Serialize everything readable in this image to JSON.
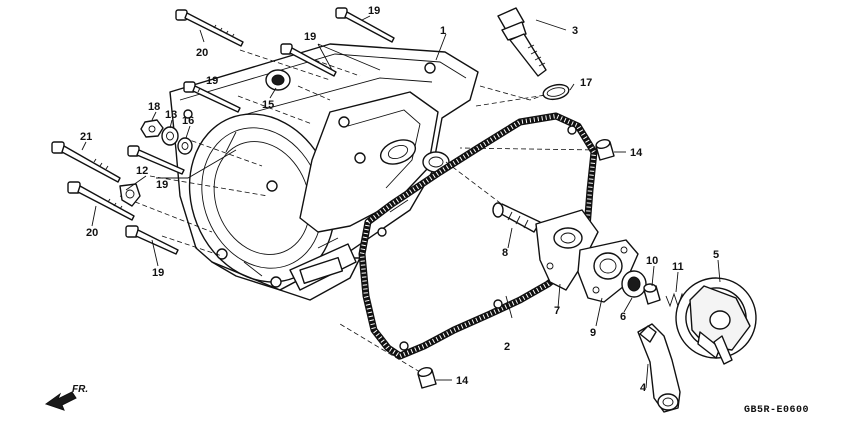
{
  "diagram": {
    "reference_code": "GB5R-E0600",
    "direction_label": "FR.",
    "callouts": {
      "c1": "1",
      "c2": "2",
      "c3": "3",
      "c4": "4",
      "c5": "5",
      "c6": "6",
      "c7": "7",
      "c8": "8",
      "c9": "9",
      "c10": "10",
      "c11": "11",
      "c12": "12",
      "c13": "13",
      "c14a": "14",
      "c14b": "14",
      "c15": "15",
      "c16": "16",
      "c17": "17",
      "c18": "18",
      "c19a": "19",
      "c19b": "19",
      "c19c": "19",
      "c19d": "19",
      "c19e": "19",
      "c20a": "20",
      "c20b": "20",
      "c21": "21"
    }
  }
}
